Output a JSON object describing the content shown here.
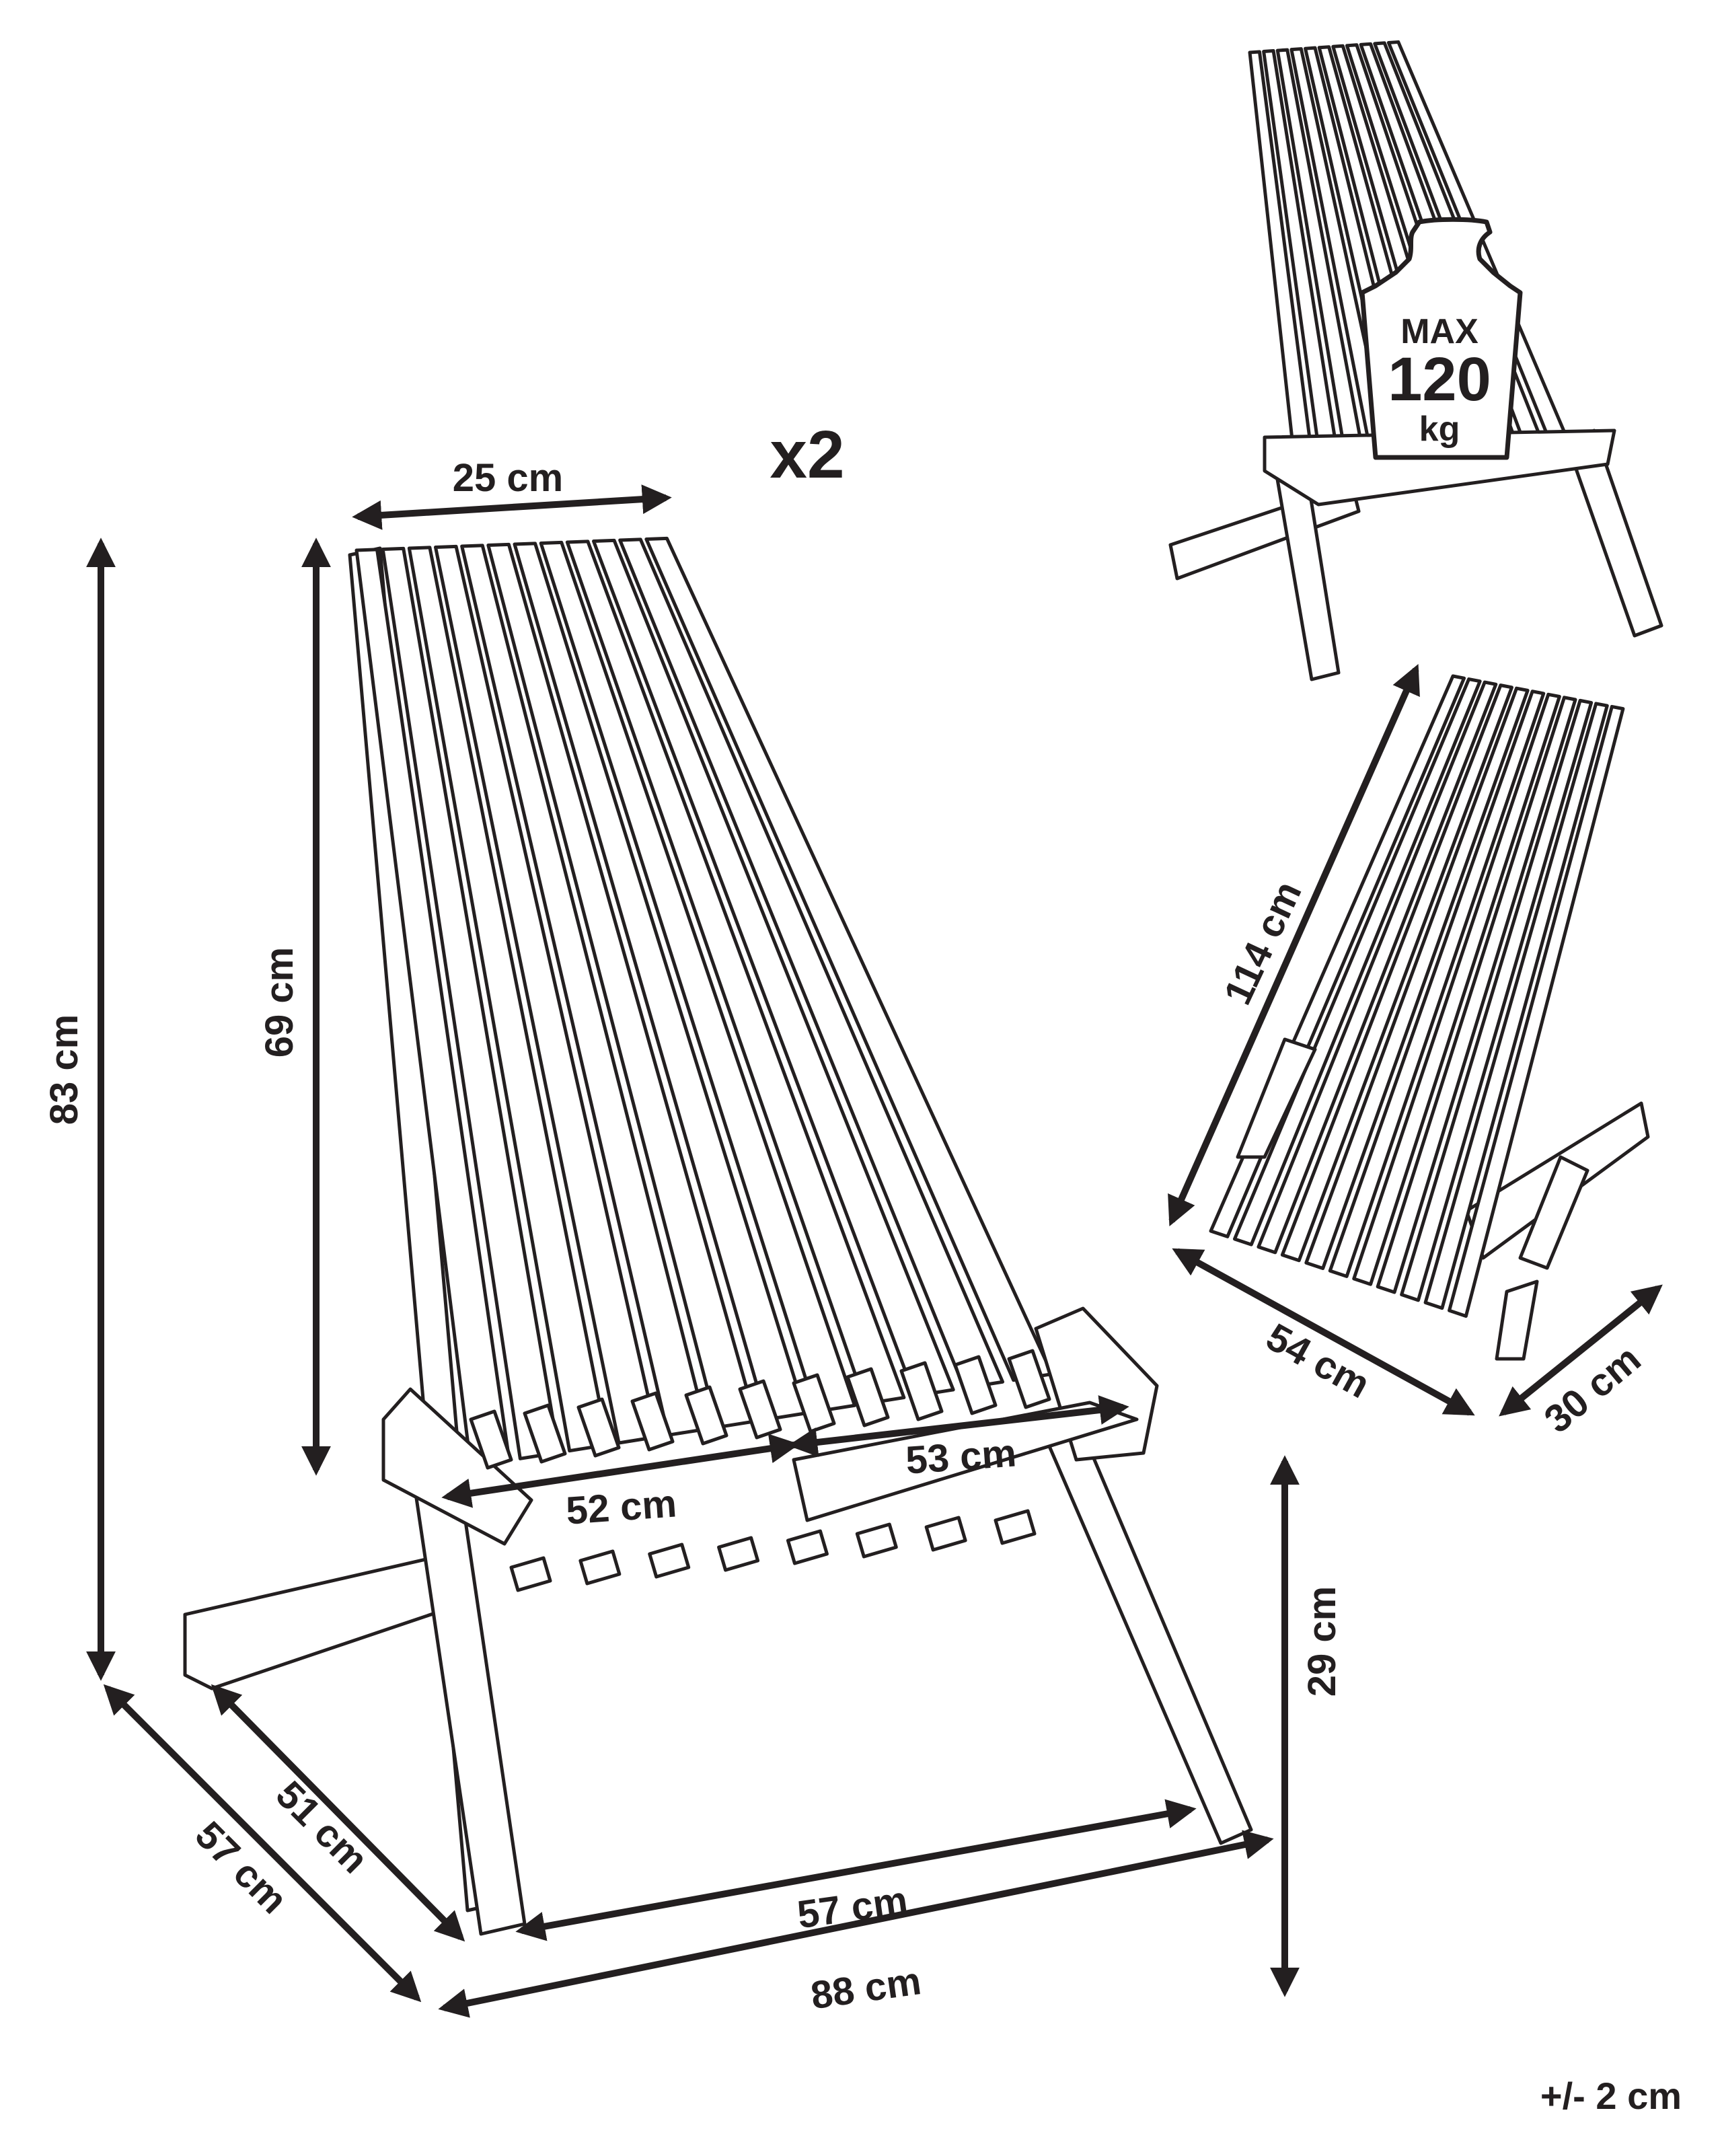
{
  "quantity": "x2",
  "tolerance": "+/- 2 cm",
  "max_load": {
    "line1": "MAX",
    "line2": "120",
    "line3": "kg"
  },
  "dimensions": {
    "backrest_width": "25 cm",
    "backrest_height": "69 cm",
    "total_height": "83 cm",
    "seat_width": "52 cm",
    "seat_depth": "53 cm",
    "seat_height": "29 cm",
    "leg_base_inner": "51 cm",
    "leg_base_outer": "57 cm",
    "base_inner_length": "57 cm",
    "total_length": "88 cm",
    "folded_length": "114 cm",
    "folded_width": "54 cm",
    "folded_depth": "30 cm"
  },
  "colors": {
    "ink": "#231f20",
    "background": "#ffffff",
    "weight_fill": "#ffffff"
  },
  "icons": [
    "chair-main-drawing",
    "chair-small-drawing",
    "chair-folded-drawing",
    "weight-icon"
  ]
}
